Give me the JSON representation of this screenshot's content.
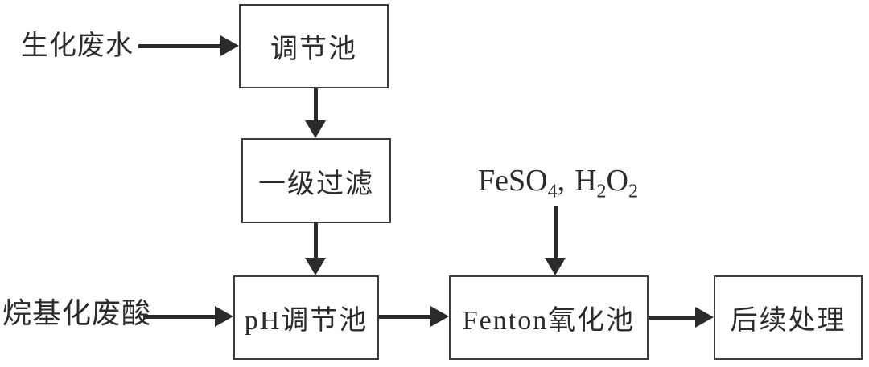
{
  "diagram": {
    "type": "flowchart",
    "description": "Wastewater treatment process flow diagram",
    "nodes": {
      "regulation": {
        "label": "调节池"
      },
      "filtration": {
        "label": "一级过滤"
      },
      "ph": {
        "label": "pH调节池"
      },
      "fenton": {
        "label": "Fenton氧化池"
      },
      "subsequent": {
        "label": "后续处理"
      }
    },
    "inputs": {
      "biochemical": {
        "label": "生化废水"
      },
      "alkylation": {
        "label": "烷基化废酸"
      },
      "reagents": {
        "p1": "FeSO",
        "s1": "4",
        "p2": ",",
        "p2b": "H",
        "s2": "2",
        "p3": "O",
        "s3": "2"
      }
    },
    "edges": [
      {
        "from": "生化废水",
        "to": "调节池",
        "direction": "right"
      },
      {
        "from": "调节池",
        "to": "一级过滤",
        "direction": "down"
      },
      {
        "from": "一级过滤",
        "to": "pH调节池",
        "direction": "down"
      },
      {
        "from": "烷基化废酸",
        "to": "pH调节池",
        "direction": "right"
      },
      {
        "from": "FeSO4, H2O2",
        "to": "Fenton氧化池",
        "direction": "down"
      },
      {
        "from": "pH调节池",
        "to": "Fenton氧化池",
        "direction": "right"
      },
      {
        "from": "Fenton氧化池",
        "to": "后续处理",
        "direction": "right"
      }
    ],
    "colors": {
      "ink": "#2b2b2b",
      "background": "#ffffff"
    }
  }
}
